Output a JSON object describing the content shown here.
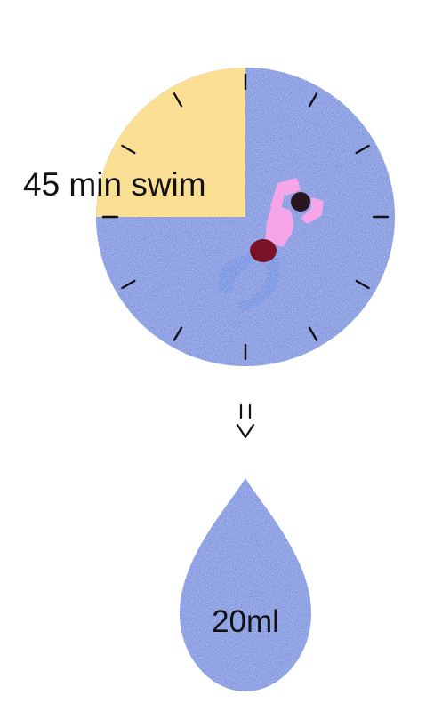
{
  "clock": {
    "label": "45 min swim",
    "elapsed_minutes": 45,
    "remaining_fraction": 0.25,
    "tick_count": 12,
    "water_color": "#7b93e0",
    "highlight_color": "#fbdf95",
    "tick_color": "#111111"
  },
  "swimmer": {
    "icon": "swimmer-icon",
    "swimsuit_color": "#f6a6e8",
    "cap_color": "#2a1620",
    "trunks_color": "#7a1228",
    "legs_color": "#6c8ce0"
  },
  "arrow": {
    "icon": "implies-arrow-icon"
  },
  "drop": {
    "label": "20ml",
    "color": "#7b93e0"
  }
}
